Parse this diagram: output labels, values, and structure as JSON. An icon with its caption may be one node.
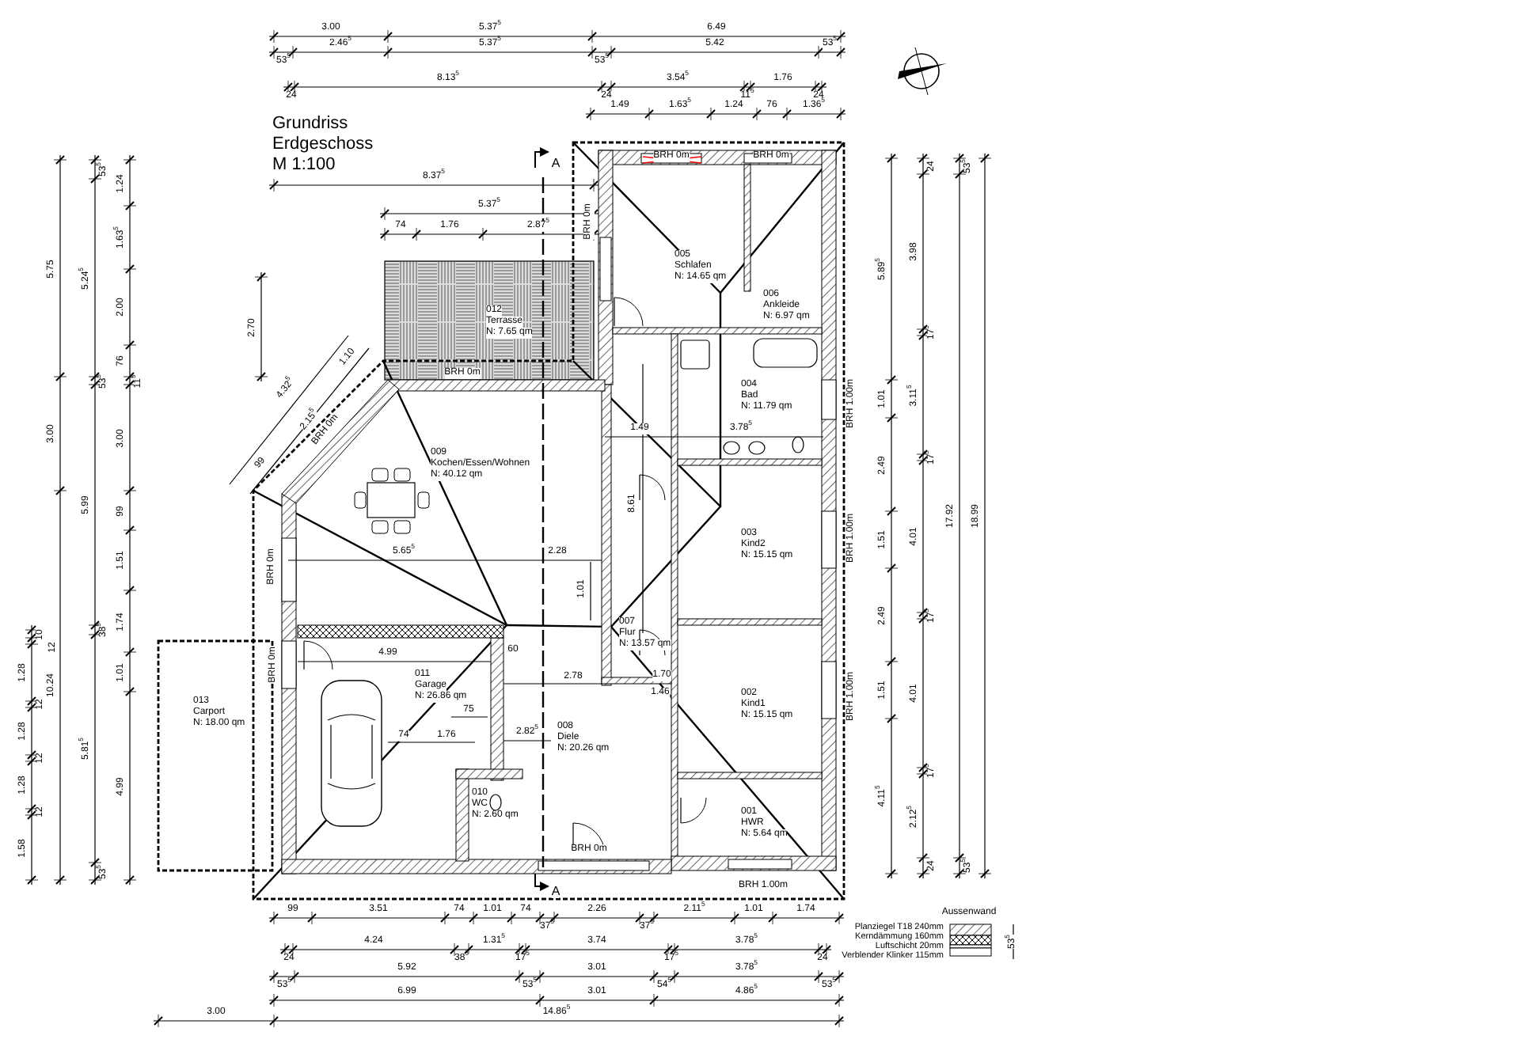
{
  "diagram": {
    "title": "Grundriss Erdgeschoss M 1:100",
    "nodes": [
      {
        "text": [
          "005",
          "Schlafen",
          "N: 14.65 qm"
        ]
      },
      {
        "text": [
          "006",
          "Ankleide",
          "N: 6.97 qm"
        ]
      },
      {
        "text": [
          "004",
          "Bad",
          "N: 11.79 qm"
        ]
      },
      {
        "text": [
          "003",
          "Kind2",
          "N: 15.15 qm"
        ]
      },
      {
        "text": [
          "007",
          "Flur",
          "N: 13.57 qm"
        ]
      },
      {
        "text": [
          "002",
          "Kind1",
          "N: 15.15 qm"
        ]
      },
      {
        "text": [
          "001",
          "HWR",
          "N: 5.64 qm"
        ]
      },
      {
        "text": [
          "009",
          "Kochen/Essen/Wohnen",
          "N: 40.12 qm"
        ]
      },
      {
        "text": [
          "008",
          "Diele",
          "N: 20.26 qm"
        ]
      },
      {
        "text": [
          "010",
          "WC",
          "N: 2.60 qm"
        ]
      },
      {
        "text": [
          "011",
          "Garage",
          "N: 26.86 qm"
        ]
      },
      {
        "text": [
          "012",
          "Terrasse",
          "N: 7.65 qm"
        ]
      },
      {
        "text": [
          "013",
          "Carport",
          "N: 18.00 qm"
        ]
      }
    ],
    "labels": [
      "3.00",
      "5.37$^{5}$",
      "6.49",
      "53$^{5}$",
      "2.46$^{5}$",
      "5.37$^{5}$",
      "53$^{5}$",
      "5.42",
      "53$^{5}$",
      "24",
      "8.13$^{5}$",
      "24",
      "3.54$^{5}$",
      "11$^{5}$",
      "1.76",
      "24",
      "1.49",
      "1.63$^{5}$",
      "1.24",
      "76",
      "1.36$^{5}$",
      "8.37$^{5}$",
      "5.37$^{5}$",
      "74",
      "1.76",
      "2.87$^{5}$",
      "5.75",
      "3.00",
      "10.24",
      "53$^{5}$",
      "5.24$^{5}$",
      "53$^{5}$",
      "5.99",
      "38$^{5}$",
      "5.81$^{5}$",
      "53$^{5}$",
      "1.24",
      "1.63$^{5}$",
      "2.00",
      "76",
      "11$^{5}$",
      "3.00",
      "99",
      "1.51",
      "1.74",
      "1.01",
      "4.99",
      "10",
      "12",
      "1.28",
      "12",
      "1.28",
      "12",
      "1.28",
      "12",
      "1.58",
      "2.70",
      "99",
      "3.51",
      "74",
      "1.01",
      "74",
      "37$^{5}$",
      "2.26",
      "37$^{5}$",
      "2.11$^{5}$",
      "1.01",
      "1.74",
      "24",
      "4.24",
      "38$^{5}$",
      "1.31$^{5}$",
      "17$^{5}$",
      "3.74",
      "17$^{5}$",
      "3.78$^{5}$",
      "24",
      "53$^{5}$",
      "5.92",
      "53$^{5}$",
      "3.01",
      "54$^{5}$",
      "3.78$^{5}$",
      "53$^{5}$",
      "6.99",
      "3.01",
      "4.86$^{5}$",
      "3.00",
      "14.86$^{5}$",
      "5.89$^{5}$",
      "1.01",
      "2.49",
      "1.51",
      "2.49",
      "1.51",
      "4.11$^{5}$",
      "24",
      "3.98",
      "17$^{5}$",
      "3.11$^{5}$",
      "17$^{5}$",
      "4.01",
      "17$^{5}$",
      "4.01",
      "17$^{5}$",
      "2.12$^{5}$",
      "24",
      "53$^{5}$",
      "17.92",
      "53$^{5}$",
      "18.99",
      "4.32$^{5}$",
      "1.10",
      "2.15$^{5}$",
      "99",
      "5.65$^{5}$",
      "2.28",
      "8.61",
      "1.49",
      "3.78$^{5}$",
      "1.01",
      "4.99",
      "60",
      "2.78",
      "75",
      "74",
      "1.76",
      "2.82$^{5}$",
      "1.70",
      "1.46",
      "BRH 0m",
      "BRH 0m",
      "BRH 0m",
      "BRH 1.00m",
      "BRH 1.00m",
      "BRH 1.00m",
      "BRH 0m",
      "BRH 0m",
      "BRH 0m",
      "BRH 0m",
      "BRH 0m",
      "BRH 1.00m",
      "A",
      "A",
      "Aussenwand",
      "53$^{5}$"
    ],
    "legend": [
      {
        "text": "Planziegel T18 240mm"
      },
      {
        "text": "Kerndämmung 160mm"
      },
      {
        "text": "Luftschicht 20mm"
      },
      {
        "text": "Verblender Klinker 115mm"
      }
    ]
  }
}
